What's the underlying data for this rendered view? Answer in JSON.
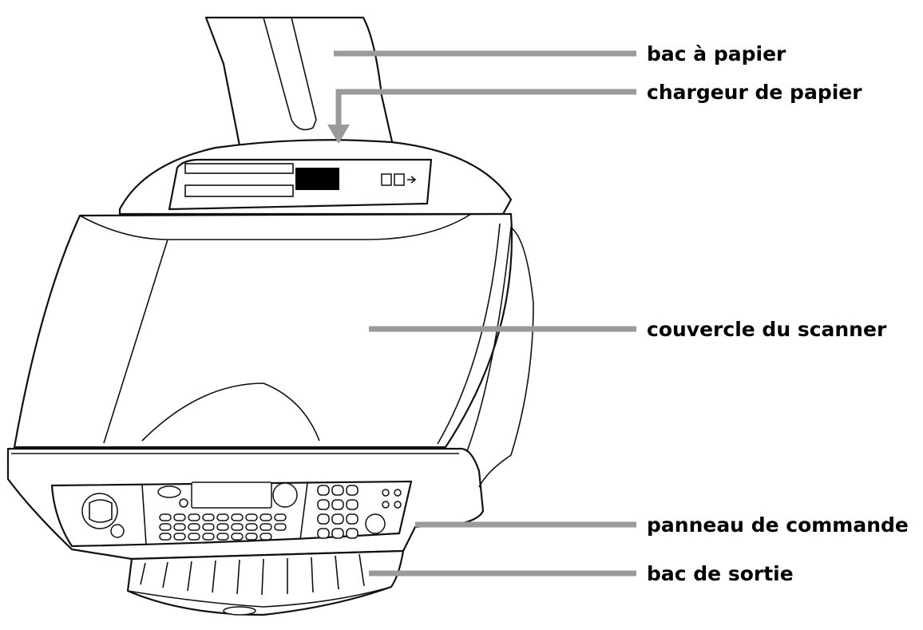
{
  "callouts": {
    "paper_tray": "bac à papier",
    "paper_feeder": "chargeur de papier",
    "scanner_lid": "couvercle du scanner",
    "control_panel": "panneau de commande",
    "output_tray": "bac de sortie"
  },
  "colors": {
    "leader_line": "#9a9a9a",
    "outline": "#111111",
    "label_text": "#000000"
  }
}
